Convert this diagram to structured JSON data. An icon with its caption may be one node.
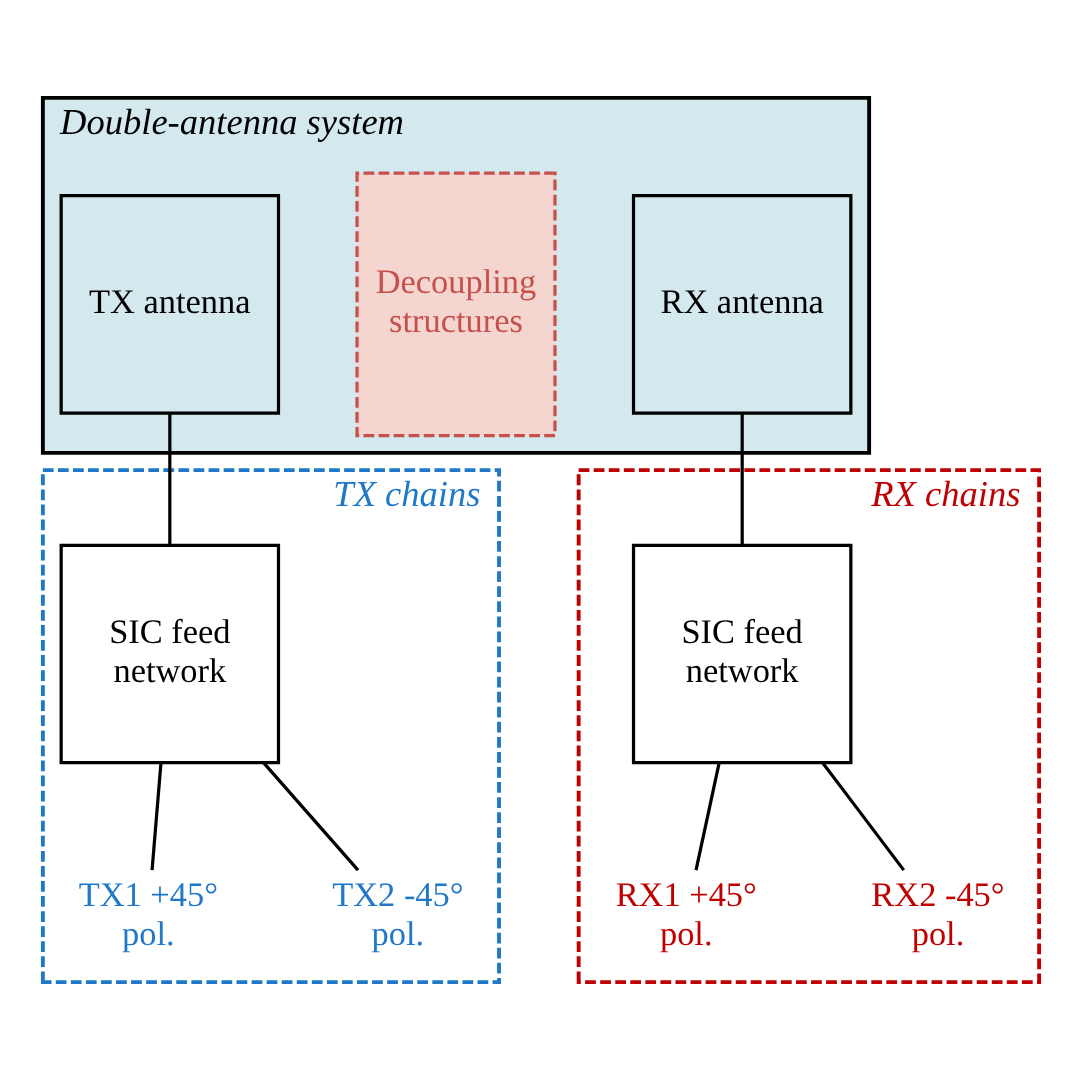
{
  "diagram": {
    "nodes": [
      {
        "text": [
          "Double-antenna system"
        ]
      },
      {
        "text": [
          "TX antenna"
        ],
        "in": 0
      },
      {
        "text": [
          "Decoupling structures"
        ],
        "in": 0
      },
      {
        "text": [
          "RX antenna"
        ],
        "in": 0
      },
      {
        "text": [
          "TX chains"
        ]
      },
      {
        "text": [
          "SIC feed network"
        ],
        "in": 4
      },
      {
        "text": [
          "TX1 +45° pol."
        ],
        "in": 4
      },
      {
        "text": [
          "TX2 -45° pol."
        ],
        "in": 4
      },
      {
        "text": [
          "RX chains"
        ]
      },
      {
        "text": [
          "SIC feed network"
        ],
        "in": 8
      },
      {
        "text": [
          "RX1 +45° pol."
        ],
        "in": 8
      },
      {
        "text": [
          "RX2 -45° pol."
        ],
        "in": 8
      }
    ],
    "edges": [
      {
        "from": 1,
        "to": 5,
        "arrow": "none"
      },
      {
        "from": 3,
        "to": 9,
        "arrow": "none"
      },
      {
        "from": 5,
        "to": 6,
        "arrow": "none"
      },
      {
        "from": 5,
        "to": 7,
        "arrow": "none"
      },
      {
        "from": 9,
        "to": 10,
        "arrow": "none"
      },
      {
        "from": 9,
        "to": 11,
        "arrow": "none"
      }
    ]
  }
}
